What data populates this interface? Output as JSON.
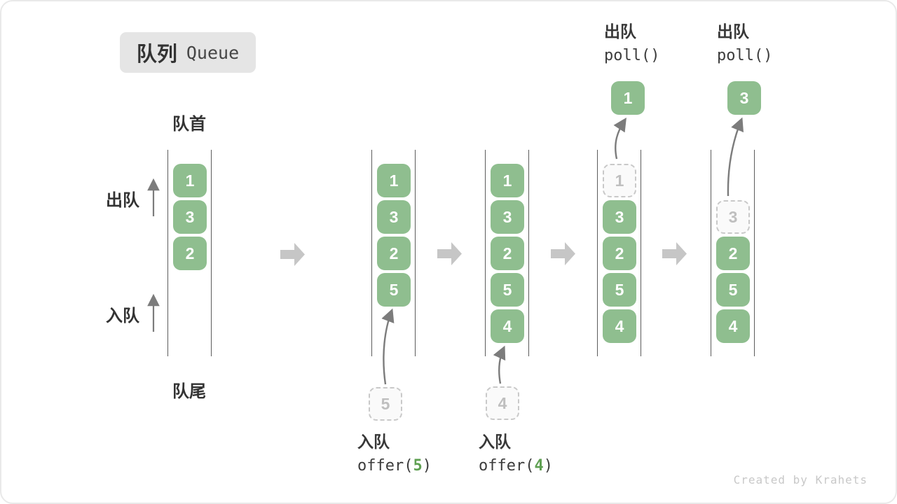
{
  "title": {
    "zh": "队列",
    "en": "Queue"
  },
  "labels": {
    "front": "队首",
    "rear": "队尾",
    "dequeue": "出队",
    "enqueue": "入队"
  },
  "colors": {
    "block_green": "#8fbe8f",
    "accent_green": "#5fa052",
    "badge_bg": "#e5e5e5",
    "flow_arrow_gray": "#c6c6c6",
    "dashed_gray": "#c9c9c9"
  },
  "states": [
    {
      "name": "initial",
      "blocks": [
        "1",
        "3",
        "2"
      ]
    },
    {
      "name": "after-offer-5",
      "blocks": [
        "1",
        "3",
        "2",
        "5"
      ],
      "staged": "5",
      "op": {
        "action": "入队",
        "fn_pre": "offer(",
        "fn_arg": "5",
        "fn_post": ")"
      }
    },
    {
      "name": "after-offer-4",
      "blocks": [
        "1",
        "3",
        "2",
        "5",
        "4"
      ],
      "staged": "4",
      "op": {
        "action": "入队",
        "fn_pre": "offer(",
        "fn_arg": "4",
        "fn_post": ")"
      }
    },
    {
      "name": "after-poll-1",
      "removed": "1",
      "blocks": [
        "3",
        "2",
        "5",
        "4"
      ],
      "result": "1",
      "op": {
        "action": "出队",
        "fn": "poll()"
      }
    },
    {
      "name": "after-poll-3",
      "removed": "3",
      "blocks": [
        "2",
        "5",
        "4"
      ],
      "result": "3",
      "op": {
        "action": "出队",
        "fn": "poll()"
      }
    }
  ],
  "watermark": "Created by Krahets"
}
